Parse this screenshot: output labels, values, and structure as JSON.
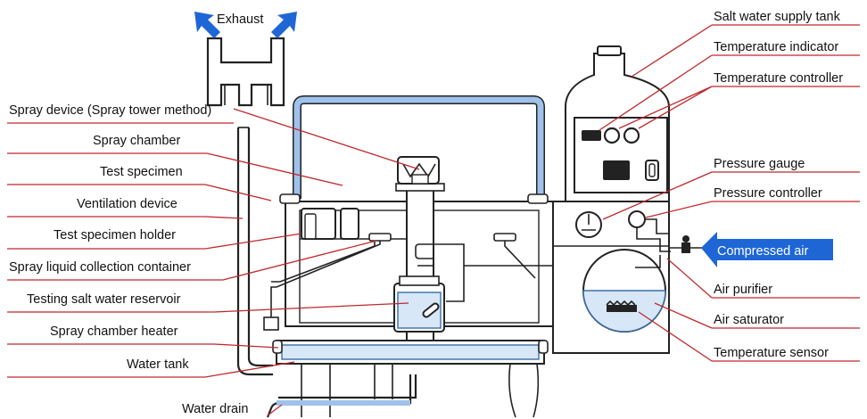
{
  "labels": {
    "exhaust": "Exhaust",
    "spray_device": "Spray device (Spray tower method)",
    "spray_chamber": "Spray chamber",
    "test_specimen": "Test specimen",
    "ventilation_device": "Ventilation device",
    "test_specimen_holder": "Test specimen holder",
    "spray_liquid_collection": "Spray liquid collection container",
    "testing_salt_water_reservoir": "Testing salt water reservoir",
    "spray_chamber_heater": "Spray chamber heater",
    "water_tank": "Water tank",
    "water_drain": "Water drain",
    "salt_water_supply_tank": "Salt water supply tank",
    "temperature_indicator": "Temperature indicator",
    "temperature_controller": "Temperature controller",
    "pressure_gauge": "Pressure gauge",
    "pressure_controller": "Pressure controller",
    "compressed_air": "Compressed air",
    "air_purifier": "Air purifier",
    "air_saturator": "Air saturator",
    "temperature_sensor": "Temperature sensor"
  },
  "colors": {
    "leader": "#c0282d",
    "accent_blue": "#1e66d6",
    "water": "#d7e7f8",
    "water_line": "#9fc2ea"
  },
  "icons": {
    "exhaust_arrows": "arrow-up-diagonal-icon",
    "compressed_air_arrow": "arrow-left-icon"
  }
}
